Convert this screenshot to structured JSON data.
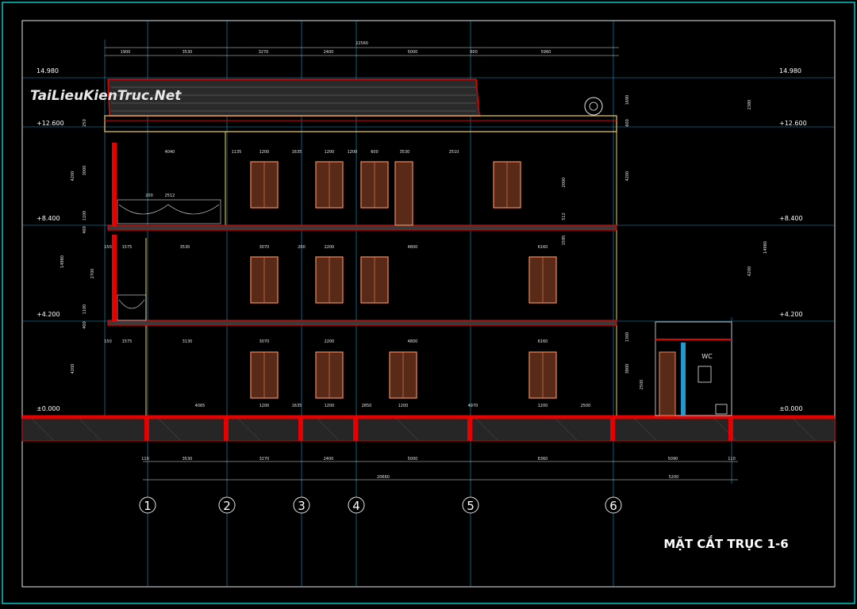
{
  "watermark": "TaiLieuKienTruc.Net",
  "title": "MẶT CẮT TRỤC 1-6",
  "wc_label": "WC",
  "colors": {
    "background": "#000000",
    "frame": "#00c8c8",
    "structure": "#e60000",
    "wall": "#f0d060",
    "gridline": "#1e9ad0",
    "dimension": "#e6e6e6",
    "window": "#f08a5a"
  },
  "levels": {
    "left": [
      "14.980",
      "+12.600",
      "+8.400",
      "+4.200",
      "±0.000"
    ],
    "right": [
      "14.980",
      "+12.600",
      "+8.400",
      "+4.200",
      "±0.000"
    ]
  },
  "axes": [
    "1",
    "2",
    "3",
    "4",
    "5",
    "6"
  ],
  "top_dims": {
    "overall": "22560",
    "segments": [
      "1900",
      "3530",
      "3270",
      "2400",
      "5000",
      "600",
      "5960"
    ]
  },
  "bottom_dims": {
    "segments": [
      "110",
      "3530",
      "3270",
      "2400",
      "5000",
      "6360",
      "5090",
      "110"
    ],
    "overall": "20660",
    "extra": "5200"
  },
  "floor3_dims": [
    "4040",
    "1135",
    "1200",
    "1635",
    "1200",
    "1200",
    "600",
    "3530",
    "2510",
    "200",
    "2512"
  ],
  "floor2_dims": [
    "150",
    "1575",
    "3530",
    "3070",
    "200",
    "2200",
    "4800",
    "6160"
  ],
  "floor1_dims": [
    "150",
    "1575",
    "3130",
    "3070",
    "2200",
    "4800",
    "6160"
  ],
  "ground_dims": [
    "4065",
    "1200",
    "1635",
    "1200",
    "2850",
    "1200",
    "4970",
    "1200",
    "2500"
  ],
  "vertical_dims_left": [
    "250",
    "3000",
    "1100",
    "400",
    "4200",
    "2700",
    "1100",
    "400",
    "4200",
    "14980"
  ],
  "vertical_dims_right": [
    "1690",
    "2380",
    "600",
    "4200",
    "4200",
    "14980",
    "2500",
    "1300",
    "3800"
  ],
  "window_dims": [
    "2000",
    "512",
    "1595"
  ]
}
